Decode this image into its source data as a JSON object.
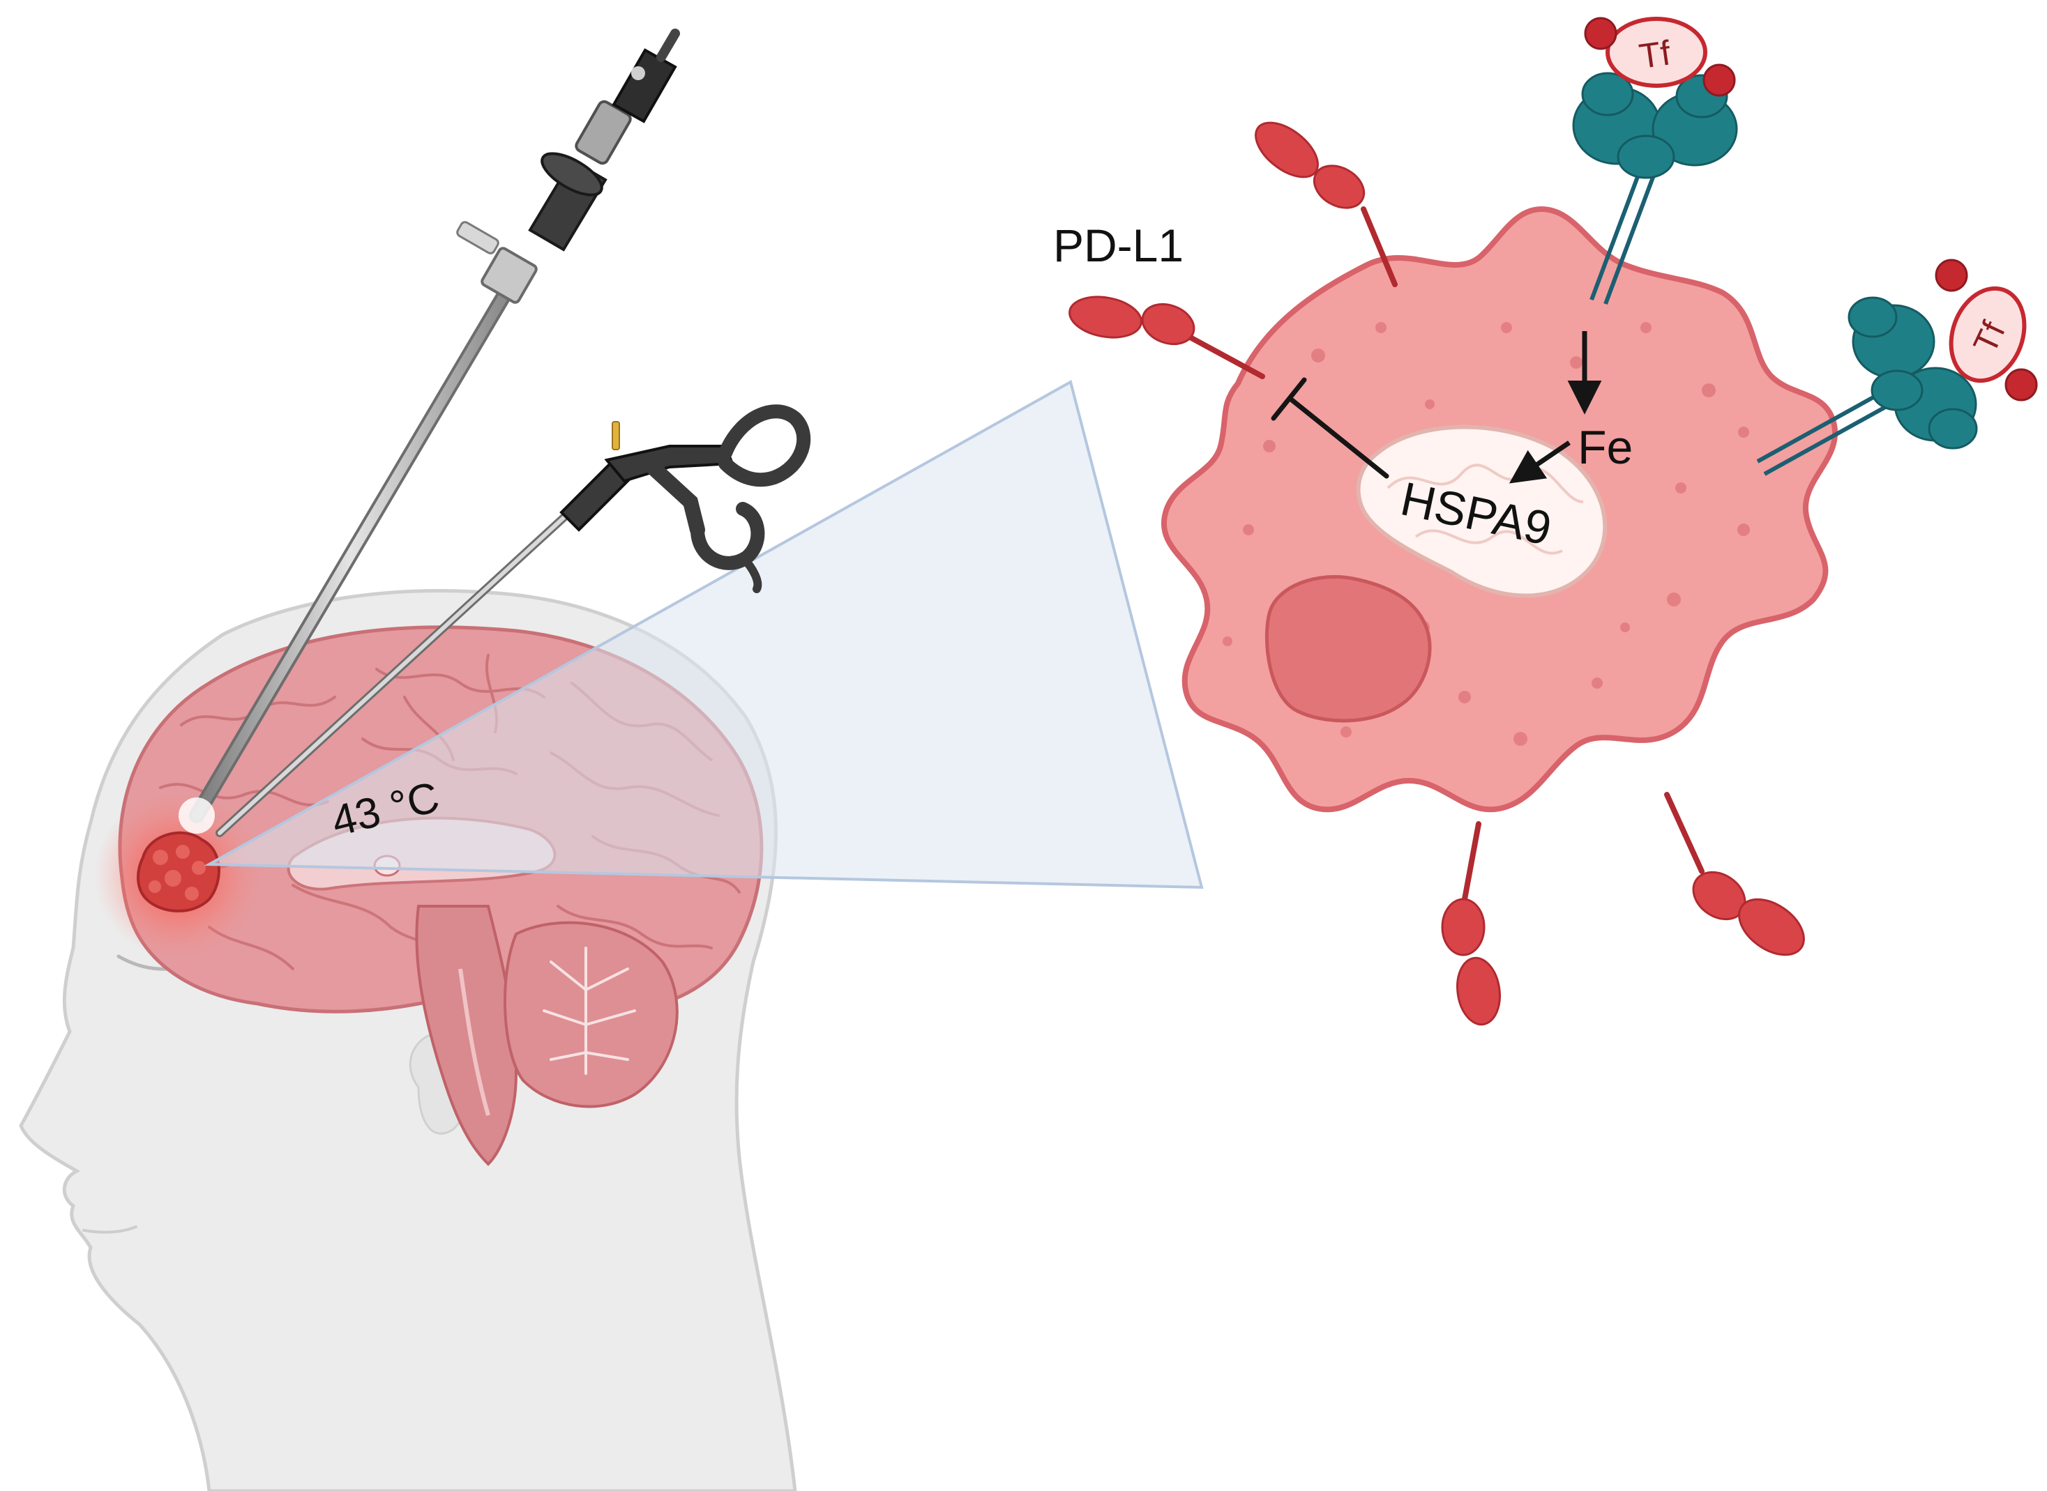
{
  "labels": {
    "temperature": "43 °C",
    "pdl1": "PD-L1",
    "fe": "Fe",
    "hspa9": "HSPA9",
    "tf_top": "Tf",
    "tf_right": "Tf"
  },
  "colors": {
    "cell_fill": "#f3a0a0",
    "cell_stroke": "#d8636a",
    "nucleus": "#e27578",
    "pdl1_red": "#d94448",
    "receptor_teal": "#1f7f86",
    "transferrin": "#c62830",
    "brain_pink": "#e49a9e",
    "zoom_cone": "#dbe5f1"
  },
  "icons": [
    "head-silhouette-icon",
    "brain-icon",
    "tumor-icon",
    "endoscope-icon",
    "laparoscopic-forceps-icon",
    "cancer-cell-icon",
    "mitochondrion-icon",
    "pdl1-receptor-icon",
    "transferrin-receptor-icon"
  ]
}
